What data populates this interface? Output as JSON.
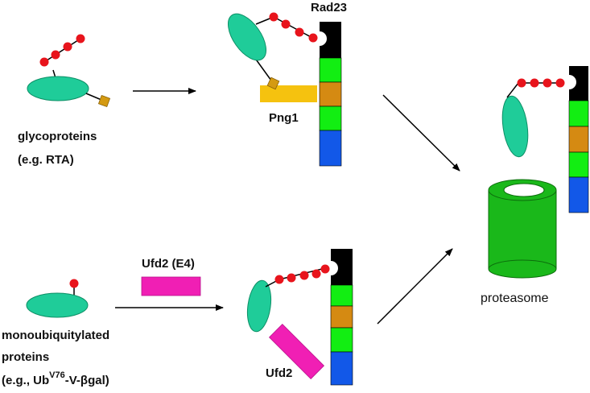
{
  "labels": {
    "rad23": "Rad23",
    "png1": "Png1",
    "glycoproteins_line1": "glycoproteins",
    "glycoproteins_line2": "(e.g. RTA)",
    "ufd2_e4": "Ufd2 (E4)",
    "ufd2": "Ufd2",
    "mono_line1": "monoubiquitylated",
    "mono_line2": "proteins",
    "mono_line3_prefix": "(e.g., Ub",
    "mono_line3_sup": "V76",
    "mono_line3_suffix": "-V-βgal)",
    "proteasome": "proteasome"
  },
  "colors": {
    "substrate": "#1fcc99",
    "ubiquitin": "#e8141c",
    "glycan": "#d49a12",
    "png1": "#f5c20f",
    "ufd2": "#f01fb4",
    "rad23_black": "#000000",
    "rad23_green": "#12ee12",
    "rad23_orange": "#d58a12",
    "rad23_blue": "#1258e8",
    "proteasome": "#1ab81a"
  }
}
